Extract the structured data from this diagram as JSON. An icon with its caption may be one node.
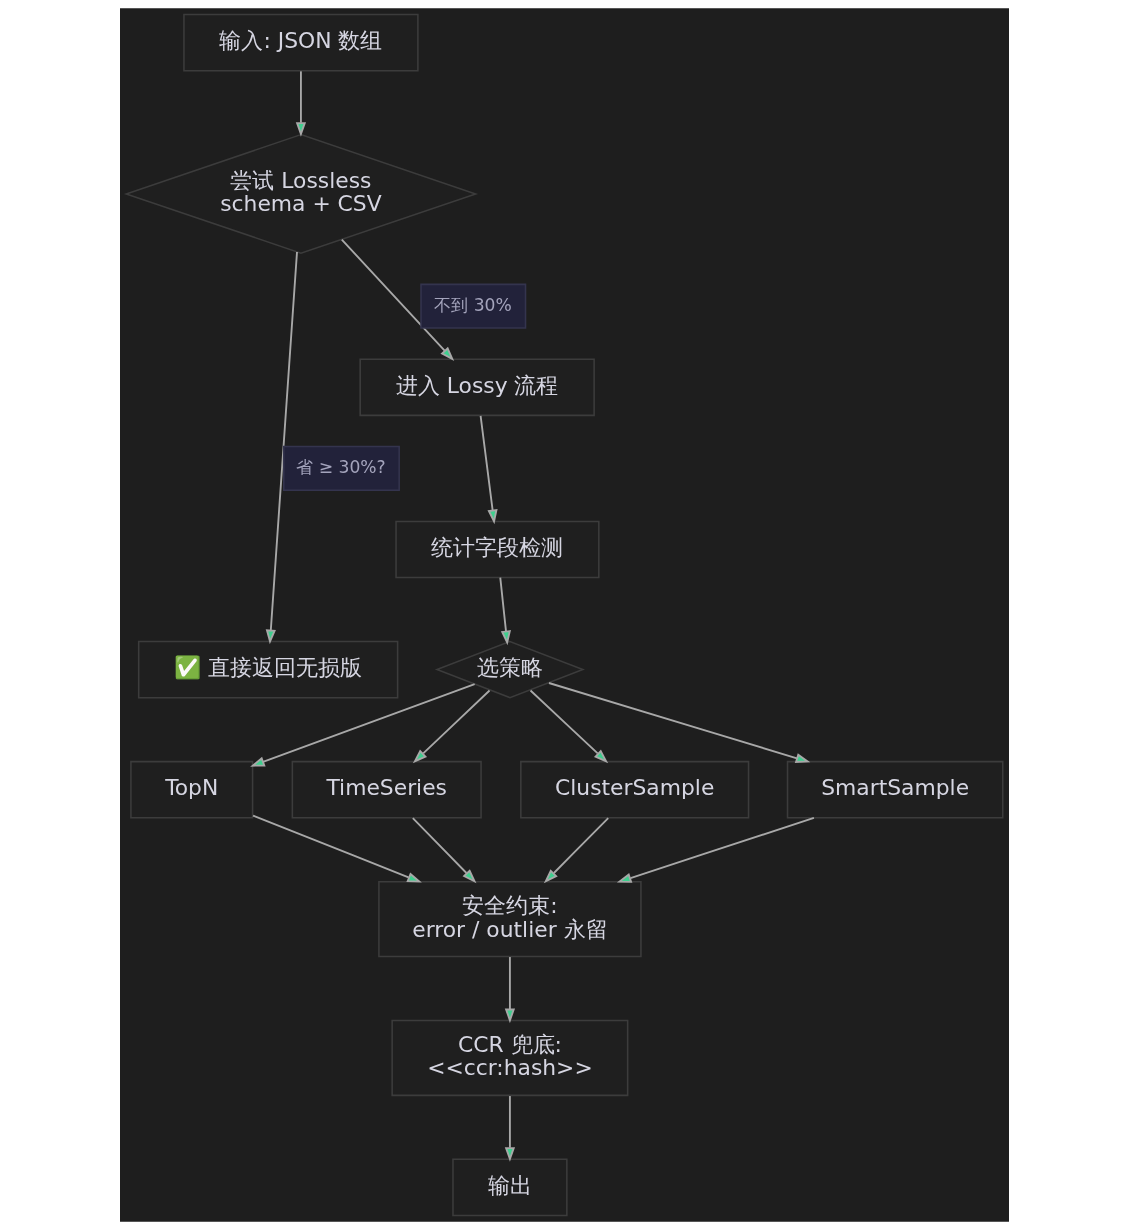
{
  "diagram": {
    "nodes": [
      {
        "text": [
          "输入: JSON 数组"
        ]
      },
      {
        "text": [
          "尝试 Lossless schema + CSV"
        ]
      },
      {
        "text": [
          "进入 Lossy 流程"
        ]
      },
      {
        "text": [
          "统计字段检测"
        ]
      },
      {
        "text": [
          "选策略"
        ]
      },
      {
        "text": [
          "✅ 直接返回无损版"
        ]
      },
      {
        "text": [
          "TopN"
        ]
      },
      {
        "text": [
          "TimeSeries"
        ]
      },
      {
        "text": [
          "ClusterSample"
        ]
      },
      {
        "text": [
          "SmartSample"
        ]
      },
      {
        "text": [
          "安全约束: error / outlier 永留"
        ]
      },
      {
        "text": [
          "CCR 兜底: <<ccr:hash>>"
        ]
      },
      {
        "text": [
          "输出"
        ]
      }
    ],
    "edges": [
      {
        "from": 0,
        "to": 1,
        "arrow": "to"
      },
      {
        "from": 1,
        "to": 5,
        "arrow": "to",
        "label": "省 ≥ 30%?"
      },
      {
        "from": 1,
        "to": 2,
        "arrow": "to",
        "label": "不到 30%"
      },
      {
        "from": 2,
        "to": 3,
        "arrow": "to"
      },
      {
        "from": 3,
        "to": 4,
        "arrow": "to"
      },
      {
        "from": 4,
        "to": 6,
        "arrow": "to"
      },
      {
        "from": 4,
        "to": 7,
        "arrow": "to"
      },
      {
        "from": 4,
        "to": 8,
        "arrow": "to"
      },
      {
        "from": 4,
        "to": 9,
        "arrow": "to"
      },
      {
        "from": 6,
        "to": 10,
        "arrow": "to"
      },
      {
        "from": 7,
        "to": 10,
        "arrow": "to"
      },
      {
        "from": 8,
        "to": 10,
        "arrow": "to"
      },
      {
        "from": 9,
        "to": 10,
        "arrow": "to"
      },
      {
        "from": 10,
        "to": 11,
        "arrow": "to"
      },
      {
        "from": 11,
        "to": 12,
        "arrow": "to"
      }
    ]
  }
}
